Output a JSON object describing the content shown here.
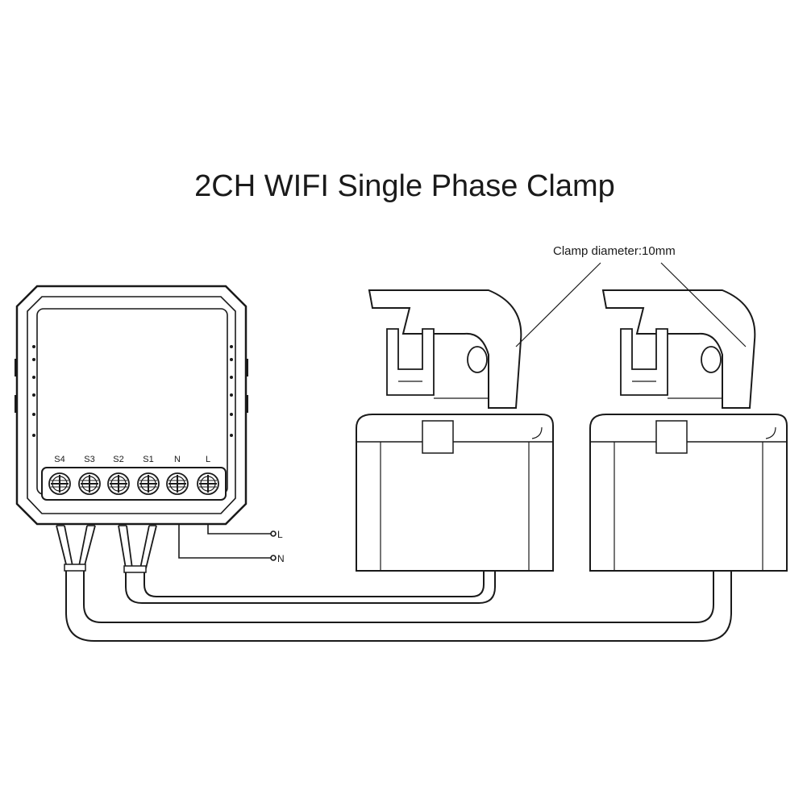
{
  "title": "2CH WIFI Single Phase Clamp",
  "terminals": [
    "S4",
    "S3",
    "S2",
    "S1",
    "N",
    "L"
  ],
  "annotation": "Clamp diameter:10mm",
  "wire_labels": {
    "live": "L",
    "neutral": "N"
  },
  "colors": {
    "line": "#1a1a1a",
    "fill": "#ffffff"
  }
}
